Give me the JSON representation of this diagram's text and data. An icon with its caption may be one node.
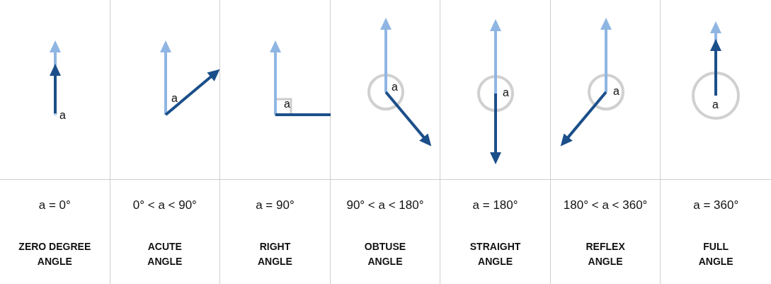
{
  "diagram": {
    "labels": [
      "a",
      "a",
      "a",
      "a",
      "a",
      "a",
      "a",
      "a = 0°",
      "0° < a < 90°",
      "a = 90°",
      "90° < a < 180°",
      "a = 180°",
      "180° < a < 360°",
      "a = 360°",
      "ZERO DEGREE ANGLE",
      "ACUTE ANGLE",
      "RIGHT ANGLE",
      "OBTUSE ANGLE",
      "STRAIGHT ANGLE",
      "REFLEX ANGLE",
      "FULL ANGLE"
    ]
  }
}
